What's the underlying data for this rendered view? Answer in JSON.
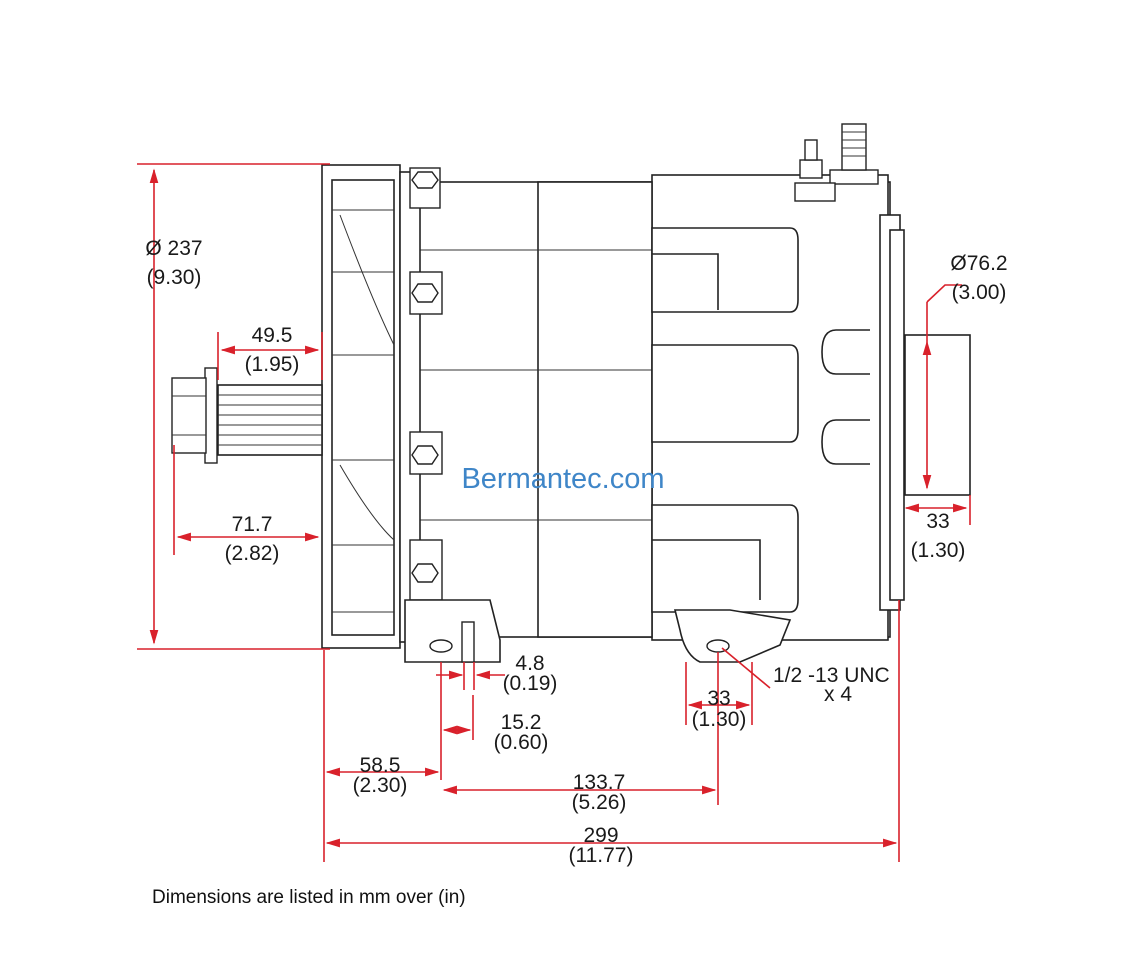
{
  "watermark": "Bermantec.com",
  "footnote": "Dimensions are listed in mm over (in)",
  "dimensions": {
    "overall_diameter": {
      "mm": "Ø 237",
      "in": "(9.30)"
    },
    "pulley_diameter": {
      "mm": "Ø76.2",
      "in": "(3.00)"
    },
    "shaft_length": {
      "mm": "49.5",
      "in": "(1.95)"
    },
    "shaft_to_flange": {
      "mm": "71.7",
      "in": "(2.82)"
    },
    "rear_boss": {
      "mm": "33",
      "in": "(1.30)"
    },
    "mount_foot_thickness": {
      "mm": "4.8",
      "in": "(0.19)"
    },
    "mount_foot_width": {
      "mm": "15.2",
      "in": "(0.60)"
    },
    "rear_mount_width": {
      "mm": "33",
      "in": "(1.30)"
    },
    "flange_to_mount": {
      "mm": "58.5",
      "in": "(2.30)"
    },
    "mount_to_mount": {
      "mm": "133.7",
      "in": "(5.26)"
    },
    "overall_length": {
      "mm": "299",
      "in": "(11.77)"
    }
  },
  "thread_callout": {
    "line1": "1/2 -13 UNC",
    "line2": "x 4"
  },
  "colors": {
    "dimension_lines": "#d9212b",
    "watermark": "#3f86c8",
    "outline": "#222222"
  }
}
